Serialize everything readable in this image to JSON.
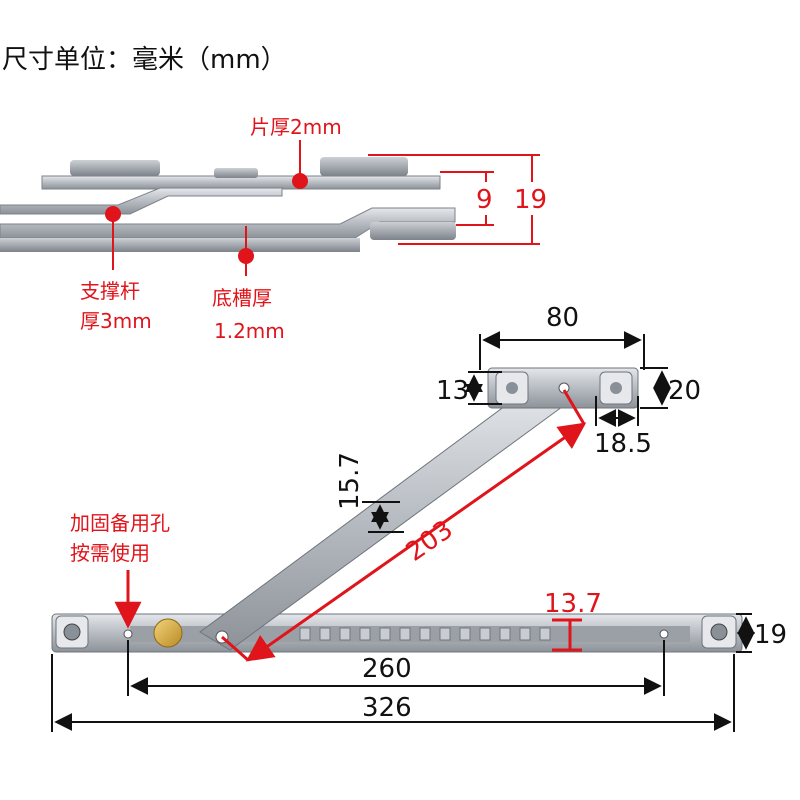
{
  "title": "尺寸单位：毫米（mm）",
  "colors": {
    "annotation": "#e0141b",
    "dimension": "#111111",
    "metal": "#b8bcc2"
  },
  "side_view": {
    "plate_thickness": "片厚2mm",
    "strut_label_line1": "支撑杆",
    "strut_label_line2": "厚3mm",
    "channel_label_line1": "底槽厚",
    "channel_label_line2": "1.2mm",
    "dim_inner": "9",
    "dim_outer": "19"
  },
  "top_view": {
    "dim_top_width": "80",
    "dim_left_height": "13",
    "dim_right_height": "20",
    "dim_slot": "18.5",
    "dim_arm_width": "15.7",
    "dim_arm_length": "203",
    "spare_hole_line1": "加固备用孔",
    "spare_hole_line2": "按需使用",
    "dim_channel_inner": "13.7",
    "dim_rail_height": "19",
    "dim_hole_span": "260",
    "dim_total_length": "326"
  }
}
